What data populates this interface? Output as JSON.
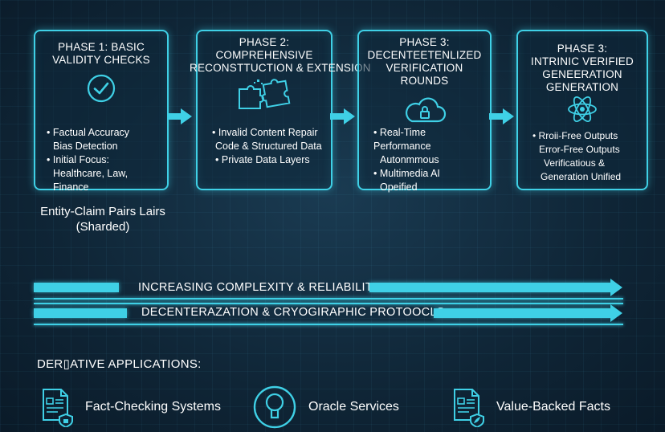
{
  "phases": [
    {
      "title_lines": [
        "PHASE 1: BASIC",
        "VALIDITY CHECKS"
      ],
      "icon": "checkmark-circle-icon",
      "bullets": [
        {
          "text": "Factual Accuracy",
          "dot": true
        },
        {
          "text": "Bias Detection",
          "dot": false
        },
        {
          "text": "Initial Focus:",
          "dot": true
        },
        {
          "text": "Healthcare, Law, Finance",
          "dot": false
        }
      ]
    },
    {
      "title_lines": [
        "PHASE 2:",
        "COMPREHENSIVE",
        "RECONSTTUCTION & EXTENSION"
      ],
      "icon": "puzzle-pieces-icon",
      "bullets": [
        {
          "text": "Invalid Content Repair",
          "dot": true
        },
        {
          "text": "Code & Structured Data",
          "dot": false
        },
        {
          "text": "Private Data Layers",
          "dot": true
        }
      ]
    },
    {
      "title_lines": [
        "PHASE 3:",
        "DECENTEETENLIZED",
        "VERIFICATION ROUNDS"
      ],
      "icon": "cloud-lock-icon",
      "bullets": [
        {
          "text": "Real-Time Performance",
          "dot": true
        },
        {
          "text": "Autonmmous",
          "dot": false
        },
        {
          "text": "Multimedia AI",
          "dot": true
        },
        {
          "text": "Opeified",
          "dot": false
        }
      ]
    },
    {
      "title_lines": [
        "PHASE 3:",
        "INTRINIC VERIFIED",
        "GENEERATION",
        "GENERATION"
      ],
      "icon": "atom-icon",
      "bullets": [
        {
          "text": "Rroii-Free Outputs",
          "dot": true
        },
        {
          "text": "Error-Free Outputs",
          "dot": false
        },
        {
          "text": "Verificatious &",
          "dot": false
        },
        {
          "text": "Generation Unified",
          "dot": false
        }
      ]
    }
  ],
  "entity_lines": [
    "Entity-Claim Pairs Lairs",
    "(Sharded)"
  ],
  "bars": [
    {
      "label": "INCREASING COMPLEXITY & RELIABILITY"
    },
    {
      "label": "DECENTERAZATION & CRYOGIRAPHIC PROTOOCLS"
    }
  ],
  "derivative_title": "DER▯ATIVE APPLICATIONS:",
  "applications": [
    {
      "label": "Fact-Checking Systems",
      "icon": "document-shield-icon"
    },
    {
      "label": "Oracle Services",
      "icon": "oracle-keyhole-icon"
    },
    {
      "label": "Value-Backed Facts",
      "icon": "document-leaf-icon"
    }
  ],
  "accent_color": "#3fd0e6",
  "background_color": "#0f2536"
}
